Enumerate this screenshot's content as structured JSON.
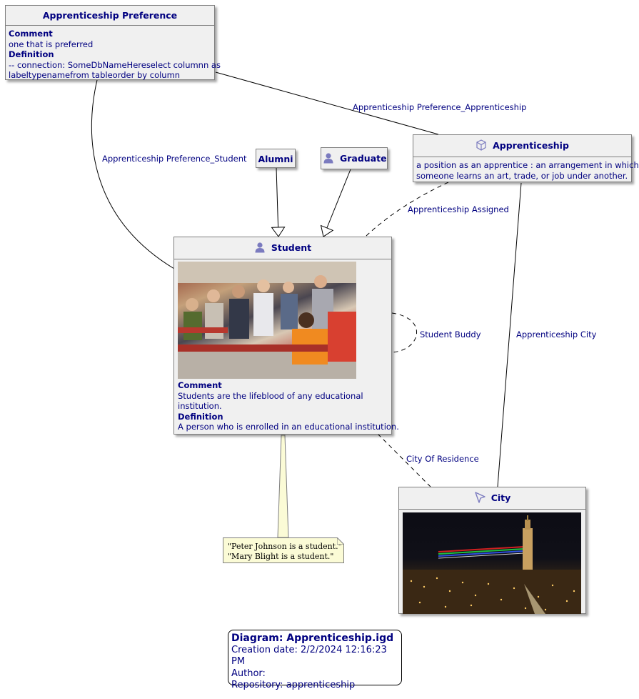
{
  "classes": {
    "apprenticeship_preference": {
      "title": "Apprenticeship Preference",
      "comment_label": "Comment",
      "comment": "one that is preferred",
      "definition_label": "Definition",
      "definition_line1": "-- connection: SomeDbNameHereselect columnn as",
      "definition_line2": "labeltypenamefrom tableorder by column"
    },
    "apprenticeship": {
      "title": "Apprenticeship",
      "icon": "cube-icon",
      "desc_line1": "a position as an apprentice : an arrangement in which",
      "desc_line2": "someone learns an art, trade, or job under another."
    },
    "alumni": {
      "title": "Alumni"
    },
    "graduate": {
      "title": "Graduate",
      "icon": "person-icon"
    },
    "student": {
      "title": "Student",
      "icon": "person-icon",
      "comment_label": "Comment",
      "comment_line1": "Students are the lifeblood of any educational",
      "comment_line2": "institution.",
      "definition_label": "Definition",
      "definition": "A person who is enrolled in an educational institution."
    },
    "city": {
      "title": "City",
      "icon": "location-arrow-icon"
    }
  },
  "relations": {
    "pref_apprenticeship": "Apprenticeship Preference_Apprenticeship",
    "pref_student": "Apprenticeship Preference_Student",
    "assigned": "Apprenticeship Assigned",
    "buddy": "Student Buddy",
    "app_city": "Apprenticeship City",
    "residence": "City Of Residence"
  },
  "note": {
    "line1": "\"Peter Johnson is a student.\"",
    "line2": "\"Mary Blight is a student.\""
  },
  "info": {
    "title": "Diagram: Apprenticeship.igd",
    "creation": "Creation date: 2/2/2024 12:16:23 PM",
    "author": "Author:",
    "repository": "Repository: apprenticeship"
  },
  "colors": {
    "text": "#000080",
    "box_fill": "#f0f0f0",
    "note_fill": "#fbfbd6",
    "icon": "#7b7bbf"
  }
}
